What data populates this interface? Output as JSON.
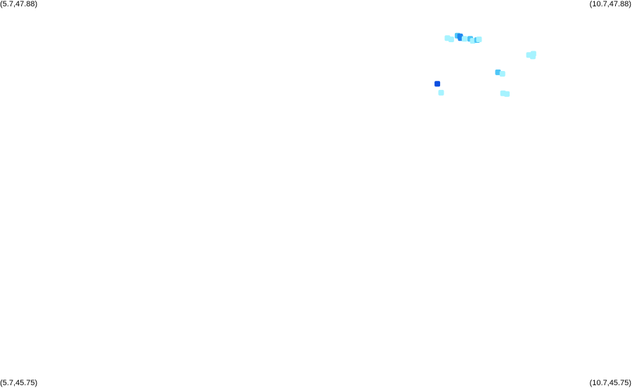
{
  "corners": {
    "top_left": "(5.7,47.88)",
    "top_right": "(10.7,47.88)",
    "bottom_left": "(5.7,45.75)",
    "bottom_right": "(10.7,45.75)"
  },
  "colors": {
    "background": "#ffffff",
    "low": "#a6f3ff",
    "medium": "#4fc6f7",
    "high": "#1e88f0",
    "peak": "#0b4fe0"
  },
  "points": [
    {
      "lon": 9.24,
      "lat": 47.671,
      "level": "low"
    },
    {
      "lon": 9.27,
      "lat": 47.664,
      "level": "low"
    },
    {
      "lon": 9.32,
      "lat": 47.684,
      "level": "medium"
    },
    {
      "lon": 9.34,
      "lat": 47.68,
      "level": "high"
    },
    {
      "lon": 9.345,
      "lat": 47.671,
      "level": "high"
    },
    {
      "lon": 9.375,
      "lat": 47.667,
      "level": "low"
    },
    {
      "lon": 9.42,
      "lat": 47.667,
      "level": "medium"
    },
    {
      "lon": 9.44,
      "lat": 47.656,
      "level": "low"
    },
    {
      "lon": 9.475,
      "lat": 47.66,
      "level": "medium"
    },
    {
      "lon": 9.49,
      "lat": 47.664,
      "level": "low"
    },
    {
      "lon": 9.885,
      "lat": 47.578,
      "level": "low"
    },
    {
      "lon": 9.92,
      "lat": 47.585,
      "level": "low"
    },
    {
      "lon": 9.915,
      "lat": 47.57,
      "level": "low"
    },
    {
      "lon": 9.64,
      "lat": 47.483,
      "level": "medium"
    },
    {
      "lon": 9.675,
      "lat": 47.475,
      "level": "low"
    },
    {
      "lon": 9.68,
      "lat": 47.368,
      "level": "low"
    },
    {
      "lon": 9.71,
      "lat": 47.364,
      "level": "low"
    },
    {
      "lon": 9.16,
      "lat": 47.42,
      "level": "peak"
    },
    {
      "lon": 9.19,
      "lat": 47.371,
      "level": "low"
    }
  ]
}
